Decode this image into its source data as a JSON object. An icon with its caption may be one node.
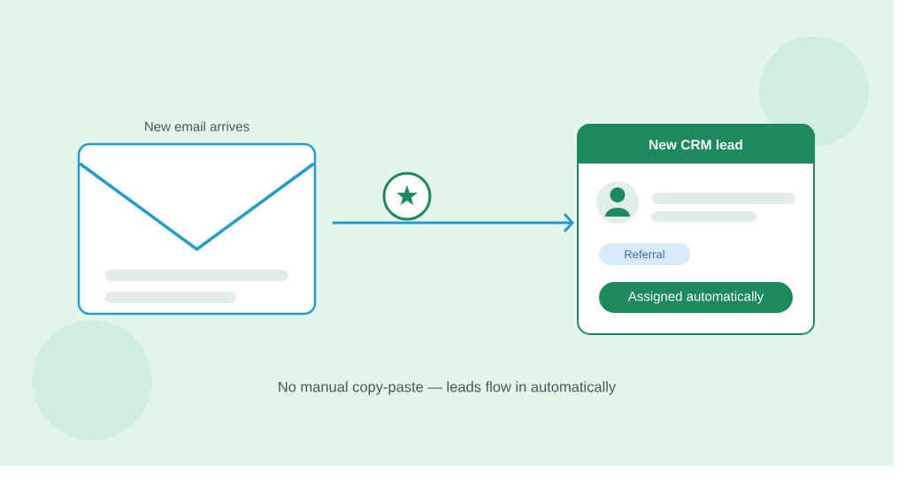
{
  "diagram": {
    "caption": "No manual copy-paste — leads flow in automatically",
    "nodes": [
      {
        "text": [
          "New email arrives"
        ]
      },
      {
        "text": [
          "New CRM lead"
        ]
      },
      {
        "text": [
          "Referral"
        ],
        "in": 1
      },
      {
        "text": [
          "Assigned automatically"
        ],
        "in": 1
      }
    ],
    "edges": [
      {
        "from": 0,
        "to": 1,
        "arrow": "to"
      }
    ]
  }
}
